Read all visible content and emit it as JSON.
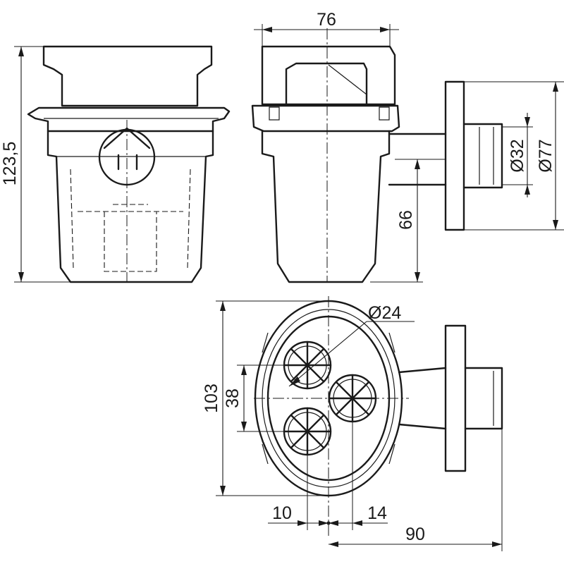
{
  "drawing": {
    "dimensions": {
      "overall_height": "123,5",
      "top_width": "76",
      "outlet_height": "66",
      "outlet_inner_diameter": "Ø32",
      "flange_diameter": "Ø77",
      "inlet_diameter": "Ø24",
      "plan_depth": "103",
      "inlet_spacing": "38",
      "offset_left": "10",
      "offset_right": "14",
      "outlet_length": "90"
    }
  }
}
